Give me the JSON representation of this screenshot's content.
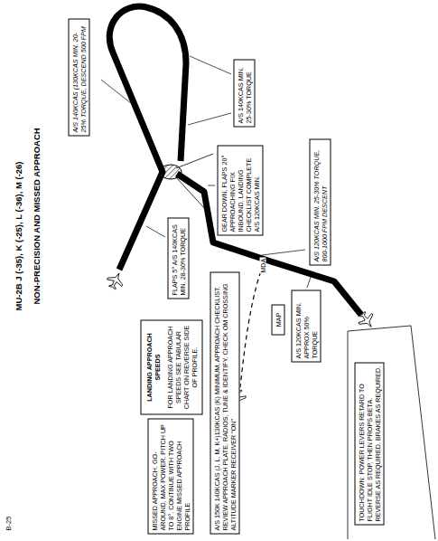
{
  "diagram": {
    "title": "MU-2B J (-35), K (-25), L (-36), M (-26)",
    "nodes": [
      {
        "text": [
          "A/S 150K 140KCAS (J, L, M, K+)130KCAS (K) MINIMUM, APPROACH CHECKLIST. REVIEW APPROACH PLATE. RADIOS, TUNE & IDENTIFY. CHECK OM CROSSING ALTITUDE MARKER RECEIVER \"ON\""
        ]
      },
      {
        "text": [
          "A/S 140KCAS (130KCAS MIN. 20-25% TORQUE, DESCEND 500 FPM"
        ]
      },
      {
        "text": [
          "A/S 140KCAS MIN. 25-30% TORQUE"
        ]
      },
      {
        "text": [
          "FLAPS 5° A/S 140KCAS MIN. 28-30% TORQUE"
        ]
      },
      {
        "text": [
          "GEAR DOWN, FLAPS 20° APPROACHING FIX INBOUND. LANDING CHECKLIST COMPLETE A/S 120KCAS MIN."
        ]
      },
      {
        "text": [
          "A/S 120KCAS MIN. 25-30% TORQUE, 800-1000 FPM DESCENT"
        ]
      },
      {
        "text": [
          "A/S 120KCAS MIN. APPROX 50% TORQUE"
        ]
      },
      {
        "text": [
          "MAP"
        ]
      },
      {
        "text": [
          "LANDING APPROACH SPEEDS",
          "FOR LANDING APPROACH SPEEDS SEE TABULAR CHART ON REVERSE SIDE OF PROFILE."
        ]
      },
      {
        "text": [
          "MISSED APPROACH. GO-AROUND, MAX POWER, PITCH UP TO 8°. CONTINUE WITH TWO ENGINE MISSED APPROACH PROFILE"
        ]
      },
      {
        "text": [
          "TOUCHDOWN: POWER LEVERS RETARD TO FLIGHT IDLE STOP, THEN PROPS BETA. REVERSE AS REQUIRED. BRAKES AS REQUIRED."
        ]
      }
    ],
    "labels": [
      "NON-PRECISION AND MISSED APPROACH",
      "MDA",
      "B-25"
    ]
  }
}
